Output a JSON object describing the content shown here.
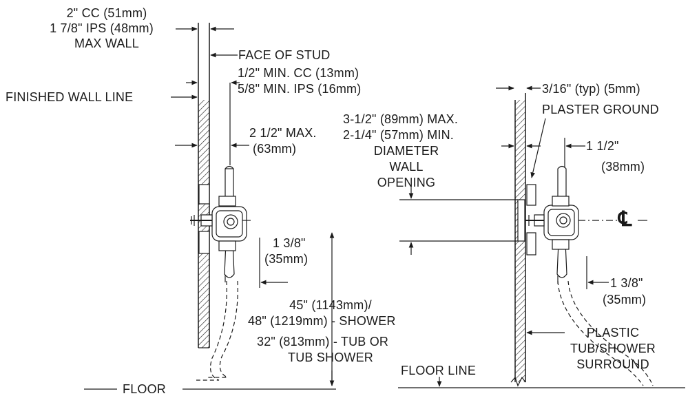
{
  "labels": {
    "cc_max": "2\" CC (51mm)",
    "ips_max": "1 7/8\" IPS (48mm)",
    "max_wall": "MAX WALL",
    "face_of_stud": "FACE OF STUD",
    "min_cc": "1/2\" MIN. CC (13mm)",
    "min_ips": "5/8\" MIN. IPS (16mm)",
    "finished_wall_line": "FINISHED WALL LINE",
    "max_2_5": "2 1/2\" MAX.",
    "max_2_5_mm": "(63mm)",
    "d1_3_8_left": "1 3/8\"",
    "d1_3_8_left_mm": "(35mm)",
    "shower_45": "45\" (1143mm)/",
    "shower_48": "48\" (1219mm) - SHOWER",
    "tub_32": "32\" (813mm) - TUB OR",
    "tub_shower": "TUB SHOWER",
    "floor": "FLOOR",
    "typ_3_16": "3/16\" (typ) (5mm)",
    "plaster_ground": "PLASTER GROUND",
    "opening_max": "3-1/2\" (89mm) MAX.",
    "opening_min": "2-1/4\" (57mm) MIN.",
    "diameter": "DIAMETER",
    "wall": "WALL",
    "opening": "OPENING",
    "d1_1_2": "1 1/2\"",
    "d1_1_2_mm": "(38mm)",
    "centerline": "℄",
    "d1_3_8_right": "1 3/8\"",
    "d1_3_8_right_mm": "(35mm)",
    "plastic": "PLASTIC",
    "tub_shower_surround": "TUB/SHOWER",
    "surround": "SURROUND",
    "floor_line": "FLOOR LINE"
  },
  "colors": {
    "ink": "#1a1a1a",
    "paper": "#ffffff"
  }
}
